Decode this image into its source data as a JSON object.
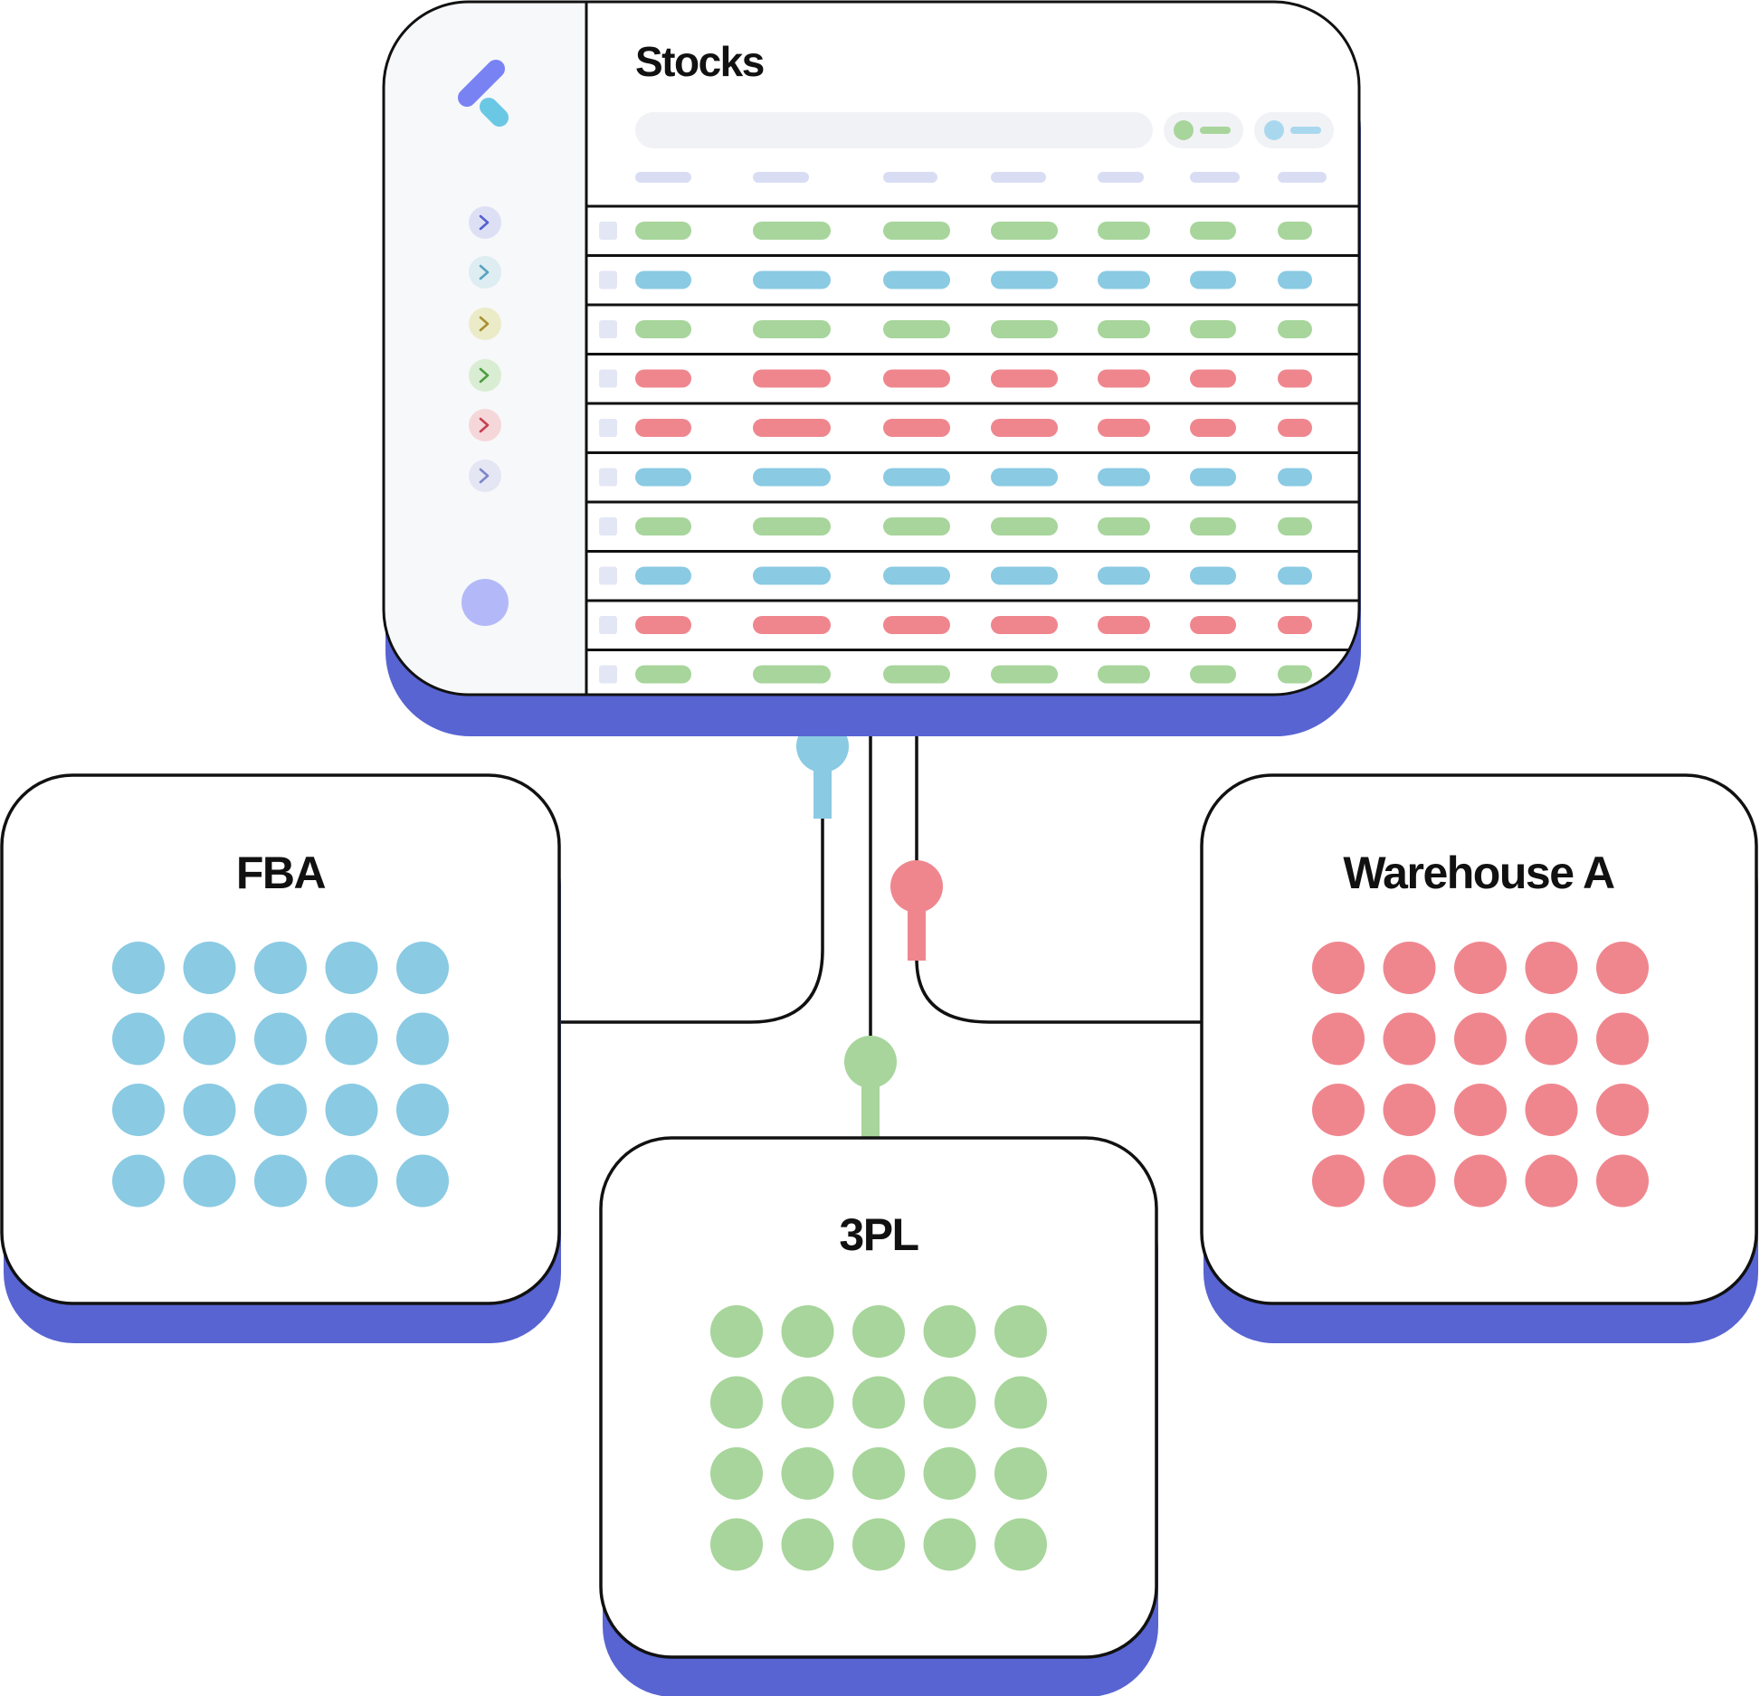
{
  "app": {
    "title": "Stocks",
    "logo_icon": "app-logo-icon",
    "search_placeholder": "",
    "filter_chips": [
      {
        "name": "filter-chip-green",
        "color": "#A8D59B",
        "icon": "dot-icon"
      },
      {
        "name": "filter-chip-blue",
        "color": "#A9D8EE",
        "icon": "dot-icon"
      }
    ],
    "sidebar": {
      "items": [
        {
          "icon": "chevron-right-icon",
          "bg": "#DDE0F5",
          "fg": "#5560D0"
        },
        {
          "icon": "chevron-right-icon",
          "bg": "#DDEDF2",
          "fg": "#5AA3BE"
        },
        {
          "icon": "chevron-right-icon",
          "bg": "#ECEBC8",
          "fg": "#A9902E"
        },
        {
          "icon": "chevron-right-icon",
          "bg": "#D9EDD3",
          "fg": "#4E9D44"
        },
        {
          "icon": "chevron-right-icon",
          "bg": "#F5D7DA",
          "fg": "#C6404E"
        },
        {
          "icon": "chevron-right-icon",
          "bg": "#E4E6F4",
          "fg": "#7E86C8"
        }
      ],
      "avatar_color": "#B3B9F8"
    },
    "table": {
      "column_count": 7,
      "row_colors": [
        "green",
        "blue",
        "green",
        "red",
        "red",
        "blue",
        "green",
        "blue",
        "red",
        "green"
      ]
    }
  },
  "nodes": [
    {
      "id": "fba",
      "label": "FBA",
      "color": "blue"
    },
    {
      "id": "tpl",
      "label": "3PL",
      "color": "green"
    },
    {
      "id": "warehouse_a",
      "label": "Warehouse A",
      "color": "red"
    }
  ],
  "colors": {
    "blue": "#8ACAE3",
    "green": "#A7D59B",
    "red": "#EF868E",
    "shadow": "#5864D2",
    "outline": "#111111",
    "sidebar_bg": "#F7F8FA",
    "header_bar": "#D9DDF4",
    "search_bg": "#F1F2F6",
    "checkbox": "#E3E6F4"
  }
}
